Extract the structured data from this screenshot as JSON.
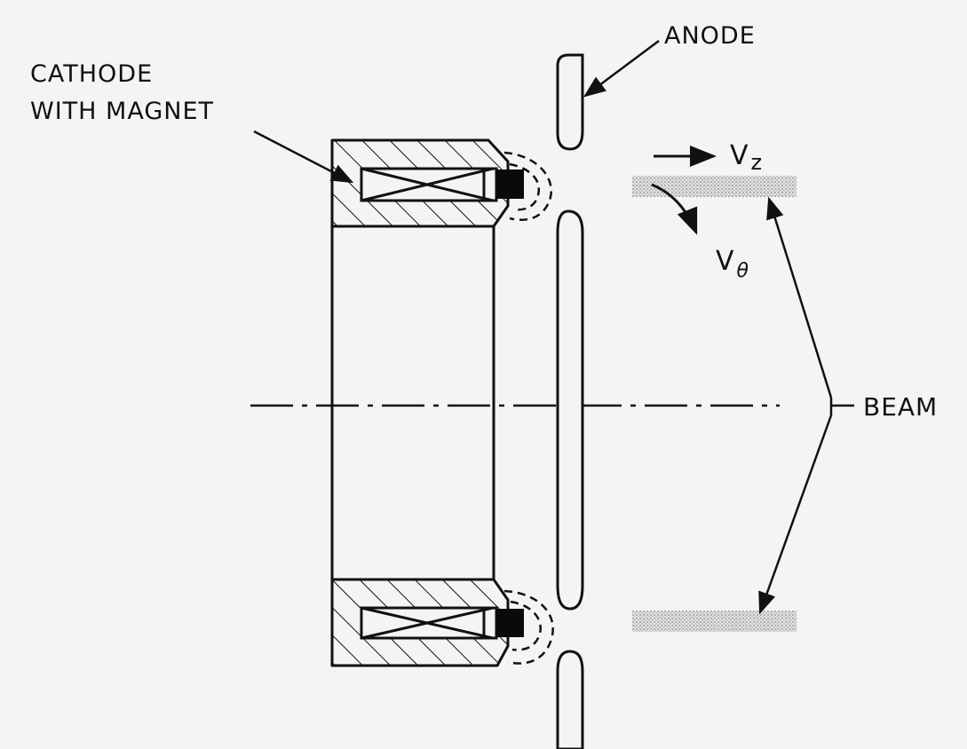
{
  "labels": {
    "anode": "ANODE",
    "cathode_line1": "CATHODE",
    "cathode_line2": "WITH MAGNET",
    "vz_main": "V",
    "vz_sub": "z",
    "vtheta_main": "V",
    "vtheta_sub": "θ",
    "beam": "BEAM"
  },
  "colors": {
    "ink": "#111111",
    "paper": "#f4f4f2",
    "beam_stipple": "#bdbdbd"
  }
}
